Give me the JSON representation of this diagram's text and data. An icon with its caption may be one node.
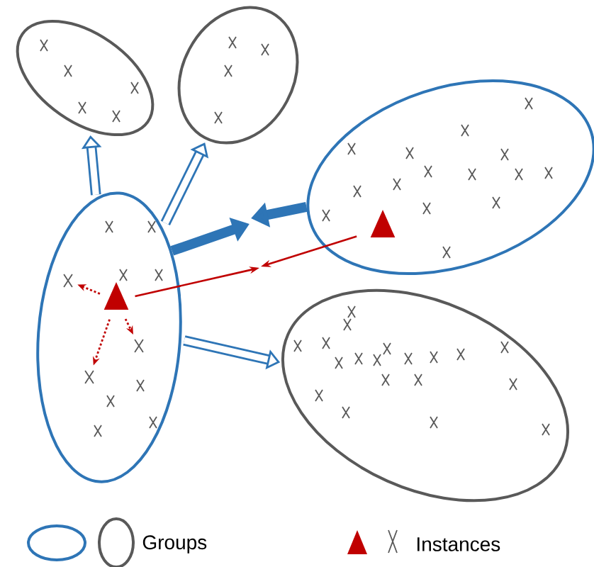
{
  "diagram": {
    "nodes": [
      {
        "text": [],
        "shape": "ellipse"
      },
      {
        "text": [],
        "shape": "ellipse"
      },
      {
        "text": [],
        "shape": "ellipse"
      },
      {
        "text": [],
        "shape": "ellipse"
      },
      {
        "text": [],
        "shape": "ellipse"
      },
      {
        "text": [],
        "shape": "triangle",
        "in": 2
      },
      {
        "text": [],
        "shape": "triangle",
        "in": 3
      },
      {
        "text": [],
        "shape": "cross",
        "in": 2
      },
      {
        "text": [],
        "shape": "cross",
        "in": 2
      },
      {
        "text": [],
        "shape": "cross",
        "in": 2
      }
    ],
    "edges": [
      {
        "from": 2,
        "to": 0,
        "arrow": "to",
        "style": "thick",
        "color": "#2e75b6"
      },
      {
        "from": 2,
        "to": 1,
        "arrow": "to",
        "style": "thick",
        "color": "#2e75b6"
      },
      {
        "from": 2,
        "to": 4,
        "arrow": "to",
        "style": "thick",
        "color": "#2e75b6"
      },
      {
        "from": 2,
        "to": null,
        "arrow": "to",
        "style": "thick",
        "color": "#2e75b6"
      },
      {
        "from": 3,
        "to": null,
        "arrow": "to",
        "style": "thick",
        "color": "#2e75b6"
      },
      {
        "from": 5,
        "to": null,
        "arrow": "to",
        "color": "#c00000"
      },
      {
        "from": 6,
        "to": null,
        "arrow": "to",
        "color": "#c00000"
      },
      {
        "from": 5,
        "to": 7,
        "arrow": "to",
        "style": "dashed",
        "color": "#c00000"
      },
      {
        "from": 5,
        "to": 8,
        "arrow": "to",
        "style": "dashed",
        "color": "#c00000"
      },
      {
        "from": 5,
        "to": 9,
        "arrow": "to",
        "style": "dashed",
        "color": "#c00000"
      }
    ],
    "legend": [
      {
        "text": "Groups"
      },
      {
        "text": "Instances"
      }
    ]
  }
}
